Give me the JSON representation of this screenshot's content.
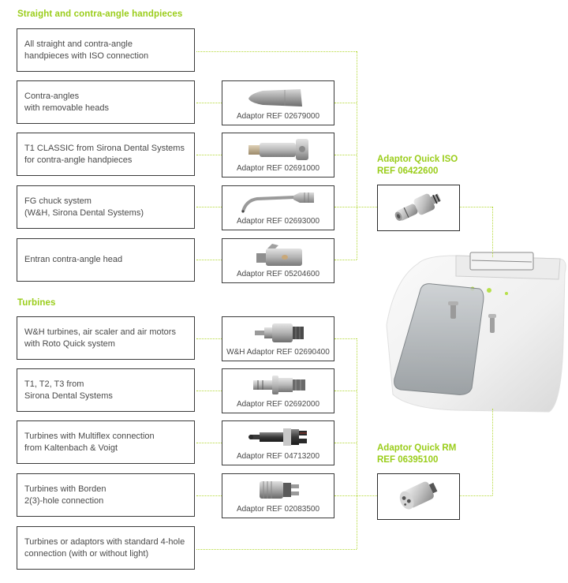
{
  "sections": {
    "handpieces": {
      "title": "Straight and contra-angle handpieces"
    },
    "turbines": {
      "title": "Turbines"
    }
  },
  "handpieces": [
    {
      "description": "All straight and contra-angle\nhandpieces with ISO connection",
      "adaptor": null
    },
    {
      "description": "Contra-angles\nwith removable heads",
      "adaptor": {
        "ref": "Adaptor REF 02679000",
        "icon": "tapered-adaptor-icon"
      }
    },
    {
      "description": "T1 CLASSIC from Sirona Dental Systems\nfor contra-angle handpieces",
      "adaptor": {
        "ref": "Adaptor REF 02691000",
        "icon": "cylinder-adaptor-icon"
      }
    },
    {
      "description": "FG chuck system\n(W&H, Sirona Dental Systems)",
      "adaptor": {
        "ref": "Adaptor REF 02693000",
        "icon": "bent-tube-adaptor-icon"
      }
    },
    {
      "description": "Entran contra-angle head",
      "adaptor": {
        "ref": "Adaptor REF 05204600",
        "icon": "entran-adaptor-icon"
      }
    }
  ],
  "turbines": [
    {
      "description": "W&H turbines, air scaler and air motors\nwith Roto Quick system",
      "adaptor": {
        "ref": "W&H Adaptor REF 02690400",
        "icon": "roto-quick-adaptor-icon"
      }
    },
    {
      "description": "T1, T2, T3 from\nSirona Dental Systems",
      "adaptor": {
        "ref": "Adaptor REF 02692000",
        "icon": "sirona-turbine-adaptor-icon"
      }
    },
    {
      "description": "Turbines with Multiflex connection\nfrom Kaltenbach & Voigt",
      "adaptor": {
        "ref": "Adaptor REF 04713200",
        "icon": "multiflex-adaptor-icon"
      }
    },
    {
      "description": "Turbines with Borden\n2(3)-hole connection",
      "adaptor": {
        "ref": "Adaptor REF 02083500",
        "icon": "borden-adaptor-icon"
      }
    },
    {
      "description": "Turbines or adaptors with standard 4-hole\nconnection (with or without light)",
      "adaptor": null
    }
  ],
  "quick_adaptors": {
    "iso": {
      "label": "Adaptor Quick ISO\nREF 06422600",
      "icon": "quick-iso-adaptor-icon"
    },
    "rm": {
      "label": "Adaptor Quick RM\nREF 06395100",
      "icon": "quick-rm-adaptor-icon"
    }
  },
  "device": {
    "icon": "maintenance-device-icon"
  },
  "colors": {
    "accent": "#9acd1a",
    "connector": "#b5d93a",
    "border": "#3a3a3a",
    "text": "#4a4a4a"
  }
}
